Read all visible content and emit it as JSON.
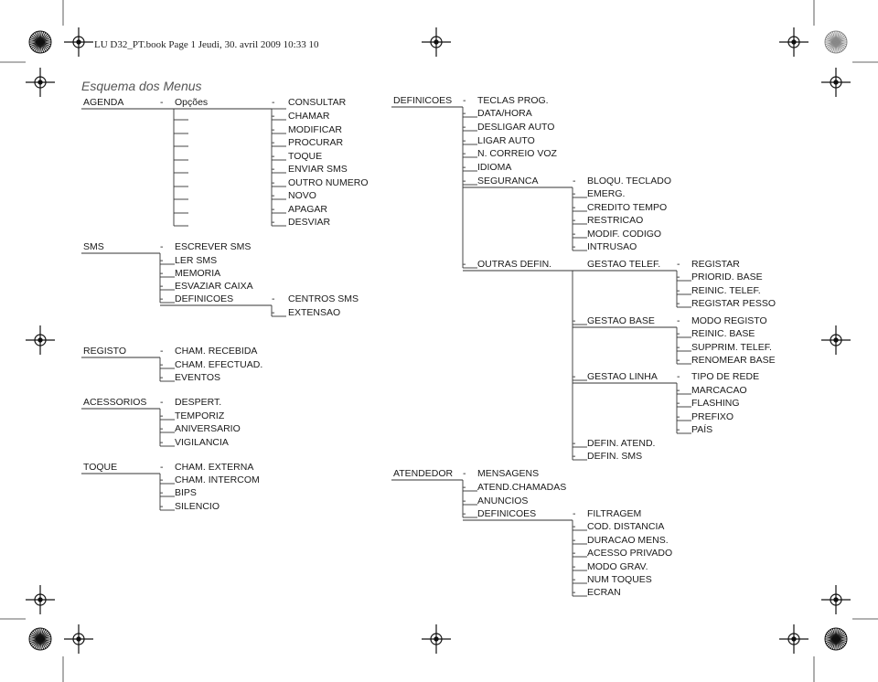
{
  "header": {
    "text": "LU D32_PT.book Page 1 Jeudi, 30. avril 2009 10:33 10"
  },
  "title": "Esquema dos Menus",
  "labels": [
    "AGENDA",
    "-",
    "Opções",
    "-",
    "CONSULTAR",
    "-",
    "CHAMAR",
    "-",
    "MODIFICAR",
    "-",
    "PROCURAR",
    "-",
    "TOQUE",
    "-",
    "ENVIAR SMS",
    "-",
    "OUTRO NUMERO",
    "-",
    "NOVO",
    "-",
    "APAGAR",
    "-",
    "DESVIAR",
    "SMS",
    "-",
    "ESCREVER SMS",
    "-",
    "LER SMS",
    "-",
    "MEMORIA",
    "-",
    "ESVAZIAR CAIXA",
    "-",
    "DEFINICOES",
    "-",
    "CENTROS SMS",
    "-",
    "EXTENSAO",
    "REGISTO",
    "-",
    "CHAM. RECEBIDA",
    "-",
    "CHAM. EFECTUAD.",
    "-",
    "EVENTOS",
    "ACESSORIOS",
    "-",
    "DESPERT.",
    "-",
    "TEMPORIZ",
    "-",
    "ANIVERSARIO",
    "-",
    "VIGILANCIA",
    "TOQUE",
    "-",
    "CHAM. EXTERNA",
    "-",
    "CHAM. INTERCOM",
    "-",
    "BIPS",
    "-",
    "SILENCIO",
    "DEFINICOES",
    "-",
    "TECLAS PROG.",
    "-",
    "DATA/HORA",
    "-",
    "DESLIGAR AUTO",
    "-",
    "LIGAR AUTO",
    "-",
    "N. CORREIO VOZ",
    "-",
    "IDIOMA",
    "-",
    "SEGURANCA",
    "-",
    "BLOQU. TECLADO",
    "-",
    "EMERG.",
    "-",
    "CREDITO TEMPO",
    "-",
    "RESTRICAO",
    "-",
    "MODIF. CODIGO",
    "-",
    "INTRUSAO",
    "-",
    "OUTRAS DEFIN.",
    "GESTAO TELEF.",
    "-",
    "REGISTAR",
    "-",
    "PRIORID. BASE",
    "-",
    "REINIC. TELEF.",
    "-",
    "REGISTAR PESSO",
    "-",
    "GESTAO BASE",
    "-",
    "MODO REGISTO",
    "-",
    "REINIC. BASE",
    "-",
    "SUPPRIM. TELEF.",
    "-",
    "RENOMEAR BASE",
    "-",
    "GESTAO LINHA",
    "-",
    "TIPO DE REDE",
    "-",
    "MARCACAO",
    "-",
    "FLASHING",
    "-",
    "PREFIXO",
    "-",
    "PAÍS",
    "-",
    "DEFIN. ATEND.",
    "-",
    "DEFIN. SMS",
    "ATENDEDOR",
    "-",
    "MENSAGENS",
    "-",
    "ATEND.CHAMADAS",
    "-",
    "ANUNCIOS",
    "-",
    "DEFINICOES",
    "-",
    "FILTRAGEM",
    "-",
    "COD. DISTANCIA",
    "-",
    "DURACAO MENS.",
    "-",
    "ACESSO PRIVADO",
    "-",
    "MODO GRAV.",
    "-",
    "NUM TOQUES",
    "-",
    "ECRAN"
  ]
}
